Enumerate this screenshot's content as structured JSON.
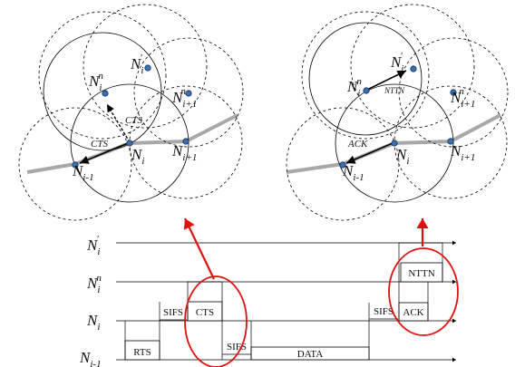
{
  "left_scenario": {
    "nodes": {
      "prime": {
        "base": "N",
        "sub": "i",
        "sup": "′"
      },
      "n": {
        "base": "N",
        "sub": "i",
        "sup": "n"
      },
      "next_n": {
        "base": "N",
        "sub": "i+1",
        "sup": "n"
      },
      "next": {
        "base": "N",
        "sub": "i+1",
        "sup": ""
      },
      "cur": {
        "base": "N",
        "sub": "i",
        "sup": ""
      },
      "prev": {
        "base": "N",
        "sub": "i-1",
        "sup": ""
      }
    },
    "edge_labels": {
      "cts_up": "CTS",
      "cts_left": "CTS"
    }
  },
  "right_scenario": {
    "nodes": {
      "prime": {
        "base": "N",
        "sub": "i",
        "sup": "′"
      },
      "n": {
        "base": "N",
        "sub": "i",
        "sup": "n"
      },
      "next_n": {
        "base": "N",
        "sub": "i+1",
        "sup": "n"
      },
      "next": {
        "base": "N",
        "sub": "i+1",
        "sup": ""
      },
      "cur": {
        "base": "N",
        "sub": "i",
        "sup": ""
      },
      "prev": {
        "base": "N",
        "sub": "i-1",
        "sup": ""
      }
    },
    "edge_labels": {
      "nttn": "NTTN",
      "ack": "ACK"
    }
  },
  "timeline": {
    "rows": [
      {
        "base": "N",
        "sub": "i",
        "sup": "′"
      },
      {
        "base": "N",
        "sub": "i",
        "sup": "n"
      },
      {
        "base": "N",
        "sub": "i",
        "sup": ""
      },
      {
        "base": "N",
        "sub": "i-1",
        "sup": ""
      }
    ],
    "frames": {
      "rts": "RTS",
      "sifs1": "SIFS",
      "cts": "CTS",
      "sifs2": "SIFS",
      "data": "DATA",
      "sifs3": "SIFS",
      "ack": "ACK",
      "nttn": "NTTN"
    }
  },
  "colors": {
    "node": "#3a6fb0",
    "highlight": "#e01010",
    "route": "#a8a8a8"
  }
}
